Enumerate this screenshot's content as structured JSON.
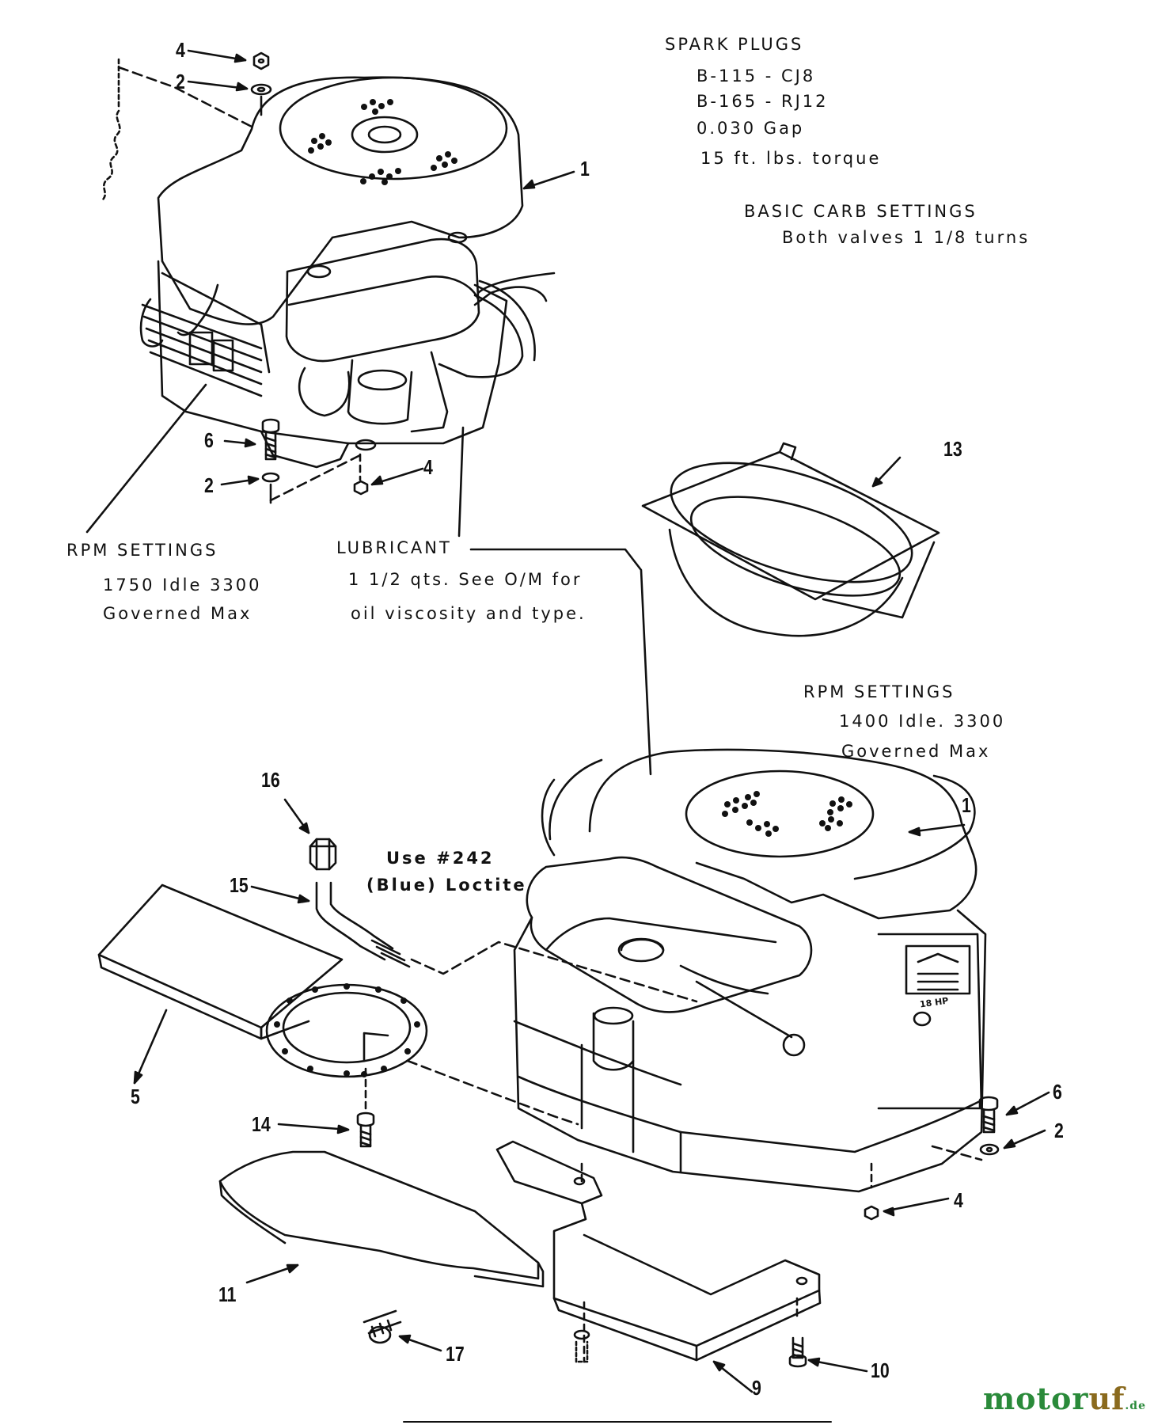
{
  "notes": {
    "spark_plugs": {
      "title": "SPARK PLUGS",
      "line1": "B-115 - CJ8",
      "line2": "B-165 - RJ12",
      "line3": "0.030 Gap",
      "line4": "15 ft. lbs. torque"
    },
    "carb": {
      "title": "BASIC CARB SETTINGS",
      "line1": "Both valves 1 1/8 turns"
    },
    "rpm_left": {
      "title": "RPM SETTINGS",
      "line1": "1750 Idle  3300",
      "line2": "Governed Max"
    },
    "lubricant": {
      "title": "LUBRICANT",
      "line1": "1 1/2 qts. See O/M for",
      "line2": "oil viscosity and type."
    },
    "rpm_right": {
      "title": "RPM SETTINGS",
      "line1": "1400 Idle. 3300",
      "line2": "Governed Max"
    },
    "loctite": {
      "line1": "Use #242",
      "line2": "(Blue) Loctite"
    }
  },
  "callouts": {
    "c4_top": "4",
    "c2_top": "2",
    "c1_top": "1",
    "c6_left": "6",
    "c2_left": "2",
    "c4_mid": "4",
    "c13": "13",
    "c16": "16",
    "c15": "15",
    "c1_right": "1",
    "c5": "5",
    "c14": "14",
    "c6_right": "6",
    "c2_right": "2",
    "c4_right": "4",
    "c11": "11",
    "c17": "17",
    "c9": "9",
    "c10": "10"
  },
  "decal": {
    "hp": "18 HP"
  },
  "watermark": {
    "part1": "motor",
    "part2": "uf",
    "part3": ".de"
  }
}
